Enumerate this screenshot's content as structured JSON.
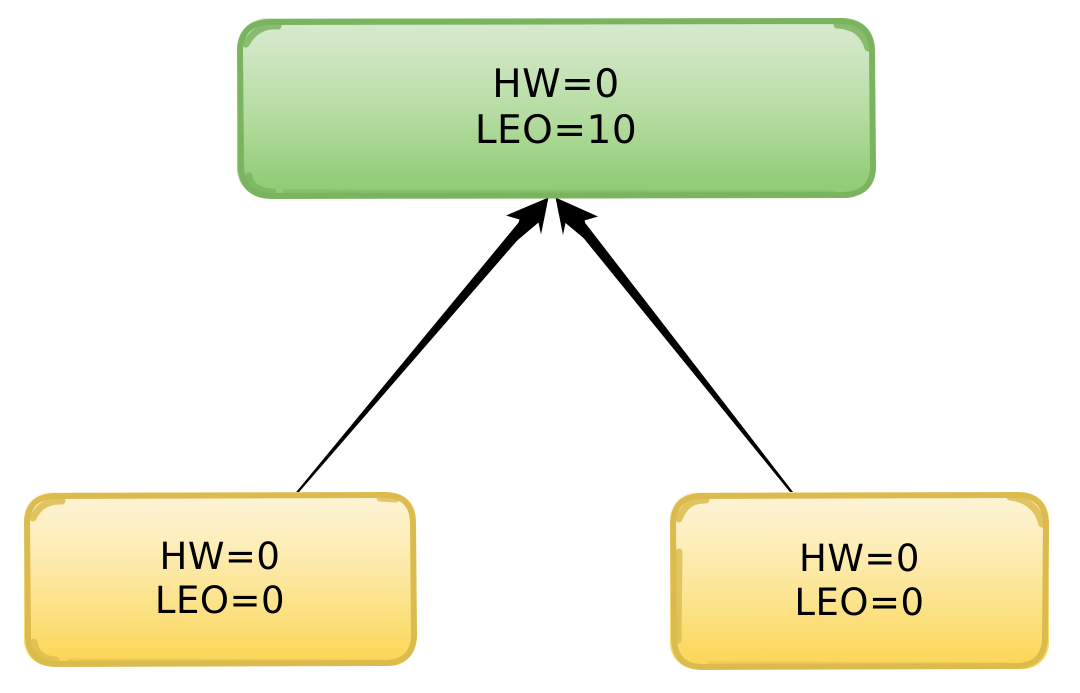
{
  "diagram": {
    "type": "tree-diagram",
    "background_color": "#ffffff",
    "nodes": [
      {
        "id": "root",
        "role": "parent",
        "shape": "rounded-rectangle",
        "line1": "HW=0",
        "line2": "LEO=10",
        "fill_top_color": "#d8ead0",
        "fill_bottom_color": "#8fcb75",
        "border_color": "#77b25a",
        "text_color": "#000000"
      },
      {
        "id": "left-child",
        "role": "child",
        "shape": "rounded-rectangle",
        "line1": "HW=0",
        "line2": "LEO=0",
        "fill_top_color": "#fdf4d8",
        "fill_bottom_color": "#fad455",
        "border_color": "#d9b84a",
        "text_color": "#000000"
      },
      {
        "id": "right-child",
        "role": "child",
        "shape": "rounded-rectangle",
        "line1": "HW=0",
        "line2": "LEO=0",
        "fill_top_color": "#fdf4d8",
        "fill_bottom_color": "#fad455",
        "border_color": "#d9b84a",
        "text_color": "#000000"
      }
    ],
    "edges": [
      {
        "id": "edge-left-to-root",
        "from": "left-child",
        "to": "root",
        "style": "solid",
        "color": "#000000",
        "arrowhead": "filled-triangle",
        "direction": "up-right"
      },
      {
        "id": "edge-right-to-root",
        "from": "right-child",
        "to": "root",
        "style": "solid",
        "color": "#000000",
        "arrowhead": "filled-triangle",
        "direction": "up-left"
      }
    ]
  }
}
